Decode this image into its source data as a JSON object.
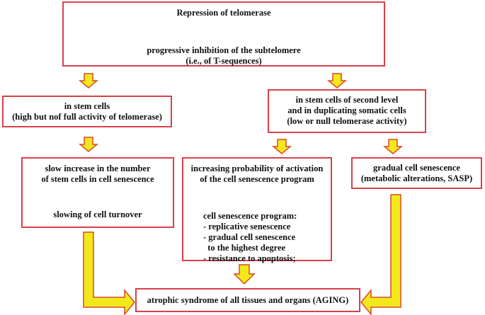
{
  "colors": {
    "box_border": "#d8404a",
    "arrow_fill": "#f3e81c",
    "arrow_stroke": "#d84a28"
  },
  "top_box": {
    "title": "Repression of telomerase",
    "line1": "progressive inhibition of the subtelomere",
    "line2": "(i.e., of T-sequences)"
  },
  "stem_box": {
    "line1": "in stem cells",
    "line2": "(high but nof full activity of telomerase)"
  },
  "second_level_box": {
    "line1": "in stem cells of second level",
    "line2": "and in duplicating somatic cells",
    "line3": "(low or null telomerase activity)"
  },
  "slow_increase_box": {
    "line1": "slow increase in the number",
    "line2": "of stem cells in cell senescence",
    "line3": "slowing of cell turnover"
  },
  "probability_box": {
    "line1": "increasing probability of activation",
    "line2": "of the cell senescence program",
    "program_title": "cell senescence program:",
    "items": [
      "- replicative senescence",
      "- gradual cell senescence",
      "  to the highest degree",
      "- resistance to apoptosis;"
    ]
  },
  "gradual_box": {
    "line1": "gradual cell senescence",
    "line2": "(metabolic alterations, SASP)"
  },
  "aging_box": {
    "text": "atrophic syndrome of all tissues and organs (AGING)"
  }
}
